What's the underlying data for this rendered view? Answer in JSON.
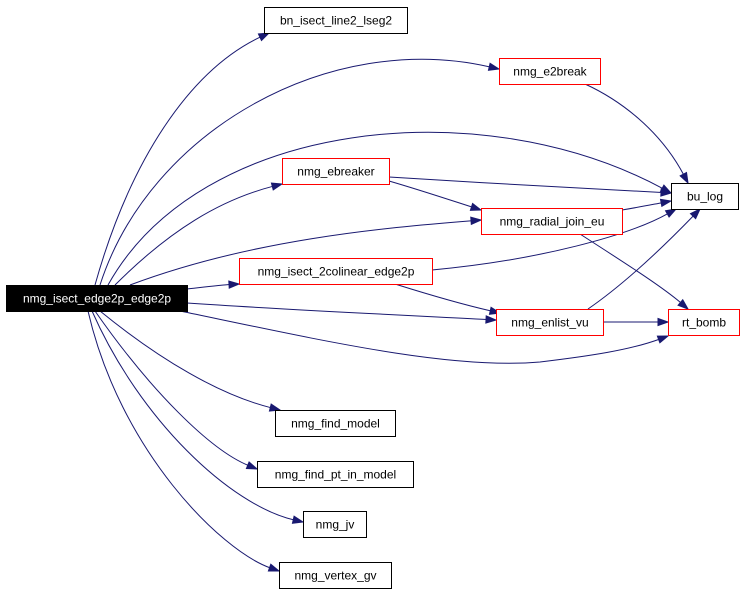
{
  "colors": {
    "root_fill": "#000000",
    "root_text": "#ffffff",
    "border_plain": "#000000",
    "border_red": "#ff0000",
    "edge": "#191970"
  },
  "graph": {
    "root": {
      "label": "nmg_isect_edge2p_edge2p"
    },
    "callees": [
      {
        "key": "bn_isect_line2_lseg2",
        "label": "bn_isect_line2_lseg2",
        "border": "black"
      },
      {
        "key": "nmg_e2break",
        "label": "nmg_e2break",
        "border": "red"
      },
      {
        "key": "nmg_ebreaker",
        "label": "nmg_ebreaker",
        "border": "red"
      },
      {
        "key": "bu_log",
        "label": "bu_log",
        "border": "black"
      },
      {
        "key": "nmg_radial_join_eu",
        "label": "nmg_radial_join_eu",
        "border": "red"
      },
      {
        "key": "nmg_isect_2colinear_edge2p",
        "label": "nmg_isect_2colinear_edge2p",
        "border": "red"
      },
      {
        "key": "nmg_enlist_vu",
        "label": "nmg_enlist_vu",
        "border": "red"
      },
      {
        "key": "rt_bomb",
        "label": "rt_bomb",
        "border": "red"
      },
      {
        "key": "nmg_find_model",
        "label": "nmg_find_model",
        "border": "black"
      },
      {
        "key": "nmg_find_pt_in_model",
        "label": "nmg_find_pt_in_model",
        "border": "black"
      },
      {
        "key": "nmg_jv",
        "label": "nmg_jv",
        "border": "black"
      },
      {
        "key": "nmg_vertex_gv",
        "label": "nmg_vertex_gv",
        "border": "black"
      }
    ],
    "edges": [
      [
        "root",
        "bn_isect_line2_lseg2"
      ],
      [
        "root",
        "nmg_e2break"
      ],
      [
        "root",
        "bu_log"
      ],
      [
        "root",
        "nmg_ebreaker"
      ],
      [
        "root",
        "nmg_radial_join_eu"
      ],
      [
        "root",
        "nmg_isect_2colinear_edge2p"
      ],
      [
        "root",
        "nmg_enlist_vu"
      ],
      [
        "root",
        "rt_bomb"
      ],
      [
        "root",
        "nmg_find_model"
      ],
      [
        "root",
        "nmg_find_pt_in_model"
      ],
      [
        "root",
        "nmg_jv"
      ],
      [
        "root",
        "nmg_vertex_gv"
      ],
      [
        "nmg_e2break",
        "bu_log"
      ],
      [
        "nmg_ebreaker",
        "bu_log"
      ],
      [
        "nmg_ebreaker",
        "nmg_radial_join_eu"
      ],
      [
        "nmg_radial_join_eu",
        "bu_log"
      ],
      [
        "nmg_radial_join_eu",
        "rt_bomb"
      ],
      [
        "nmg_isect_2colinear_edge2p",
        "bu_log"
      ],
      [
        "nmg_isect_2colinear_edge2p",
        "nmg_enlist_vu"
      ],
      [
        "nmg_enlist_vu",
        "bu_log"
      ],
      [
        "nmg_enlist_vu",
        "rt_bomb"
      ]
    ]
  }
}
